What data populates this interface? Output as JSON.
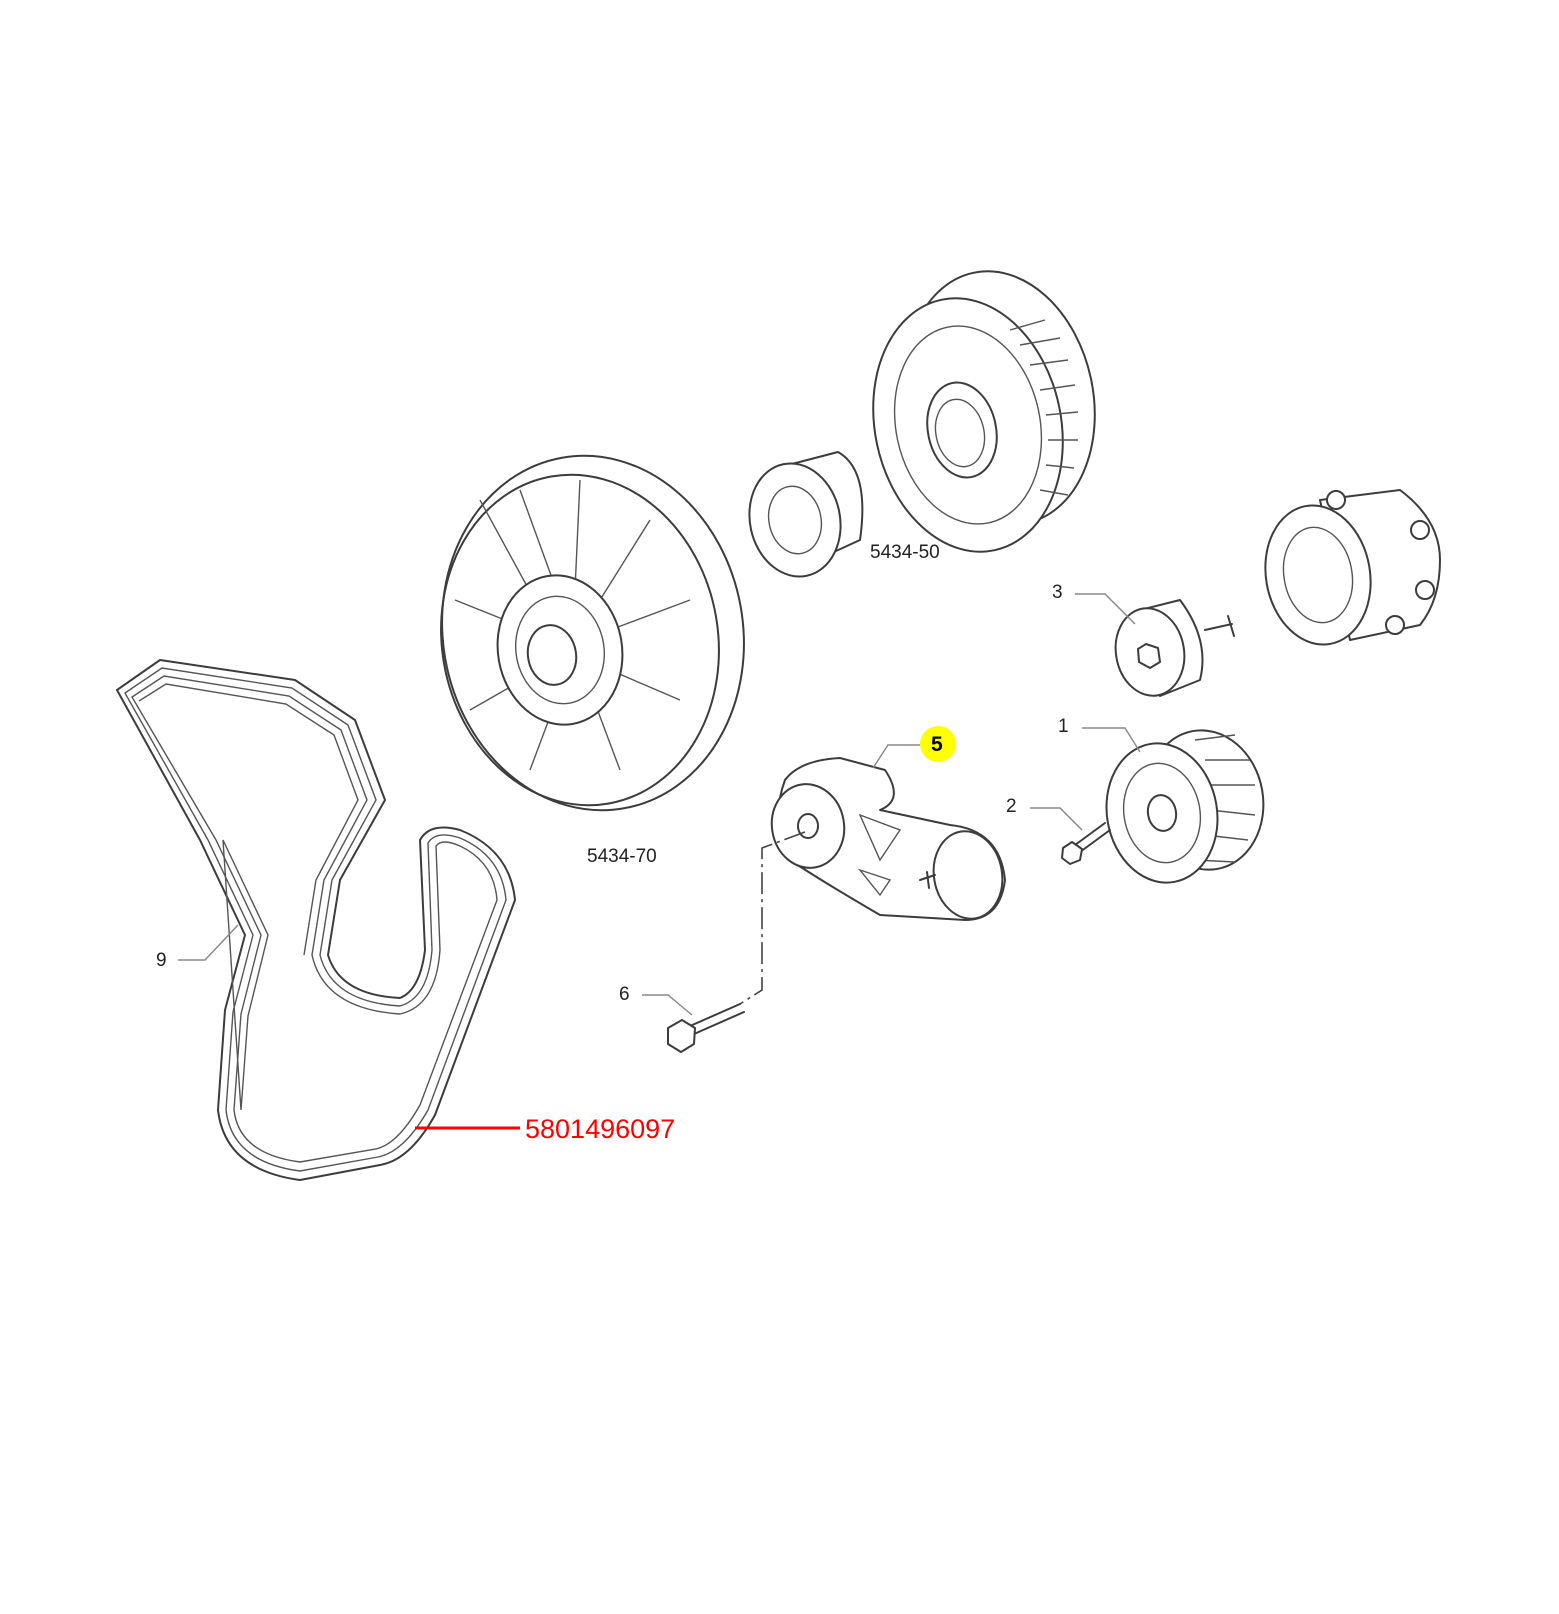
{
  "diagram": {
    "group_labels": {
      "fan": "5434-70",
      "pulley": "5434-50"
    },
    "callouts": {
      "idler_1": "1",
      "bolt_2": "2",
      "idler_3": "3",
      "tensioner_5": "5",
      "bolt_6": "6",
      "belt_9": "9"
    },
    "part_number": "5801496097",
    "colors": {
      "highlight": "#ffff00",
      "part_number": "#ff0000",
      "line_art": "#3c3c3c"
    }
  }
}
